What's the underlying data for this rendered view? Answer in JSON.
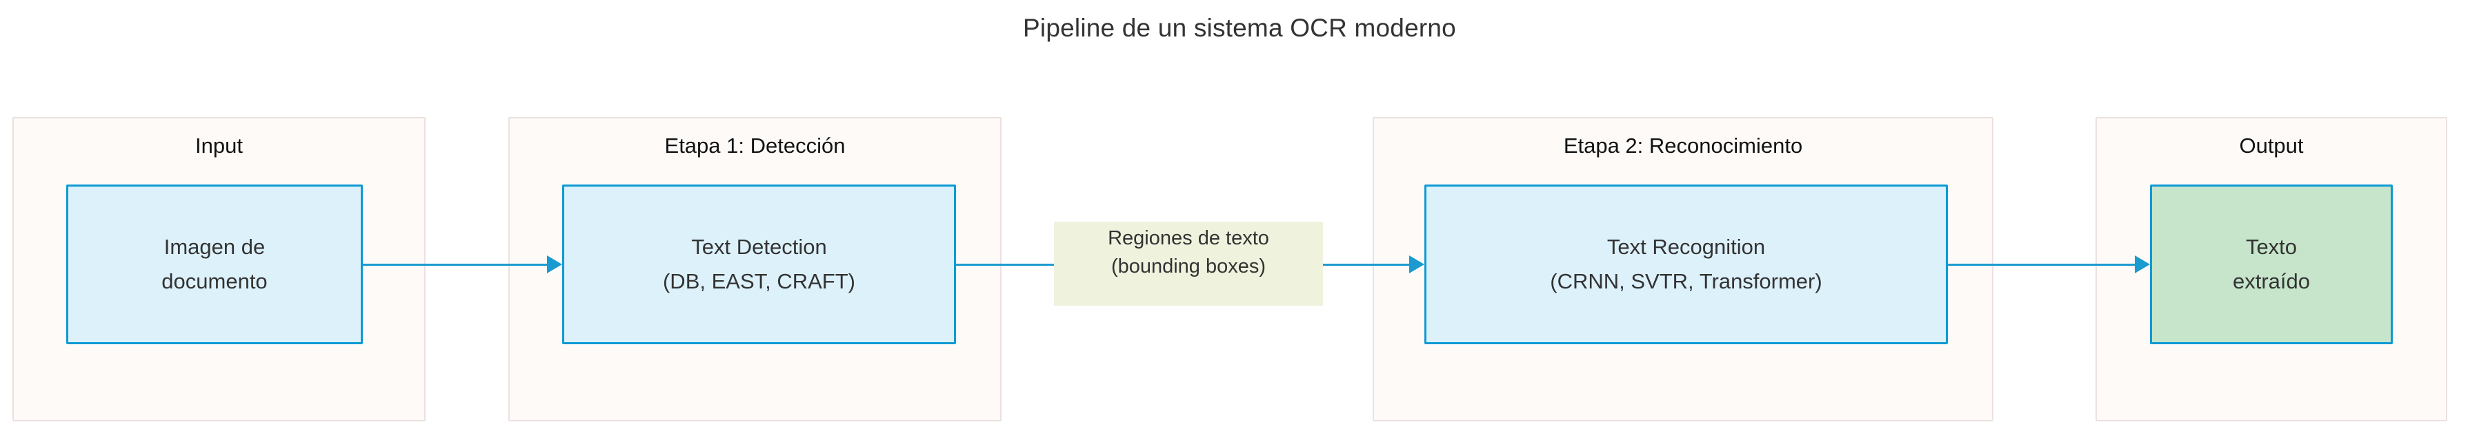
{
  "title": "Pipeline de un sistema OCR moderno",
  "colors": {
    "node_blue_fill": "#ddf1fb",
    "node_green_fill": "#c6e5cb",
    "node_border": "#0d9ad4",
    "edge": "#1b9ad0",
    "subgraph_fill": "#fdfaf8",
    "subgraph_border": "#ece1df",
    "edge_label_fill": "#eff2dd",
    "text": "#333333",
    "canvas": "#ffffff"
  },
  "subgraphs": [
    {
      "title": "Input"
    },
    {
      "title": "Etapa 1: Detección"
    },
    {
      "title": "Etapa 2: Reconocimiento"
    },
    {
      "title": "Output"
    }
  ],
  "nodes": [
    {
      "id": "imagen-de-documento",
      "line1": "Imagen de",
      "line2": "documento",
      "style": "blue"
    },
    {
      "id": "text-detection",
      "line1": "Text Detection",
      "line2": "(DB, EAST, CRAFT)",
      "style": "blue"
    },
    {
      "id": "text-recognition",
      "line1": "Text Recognition",
      "line2": "(CRNN, SVTR, Transformer)",
      "style": "blue"
    },
    {
      "id": "texto-extraido",
      "line1": "Texto",
      "line2": "extraído",
      "style": "green"
    }
  ],
  "edges": [
    {
      "from": "imagen-de-documento",
      "to": "text-detection",
      "label_line1": "",
      "label_line2": ""
    },
    {
      "from": "text-detection",
      "to": "text-recognition",
      "label_line1": "Regiones de texto",
      "label_line2": "(bounding boxes)"
    },
    {
      "from": "text-recognition",
      "to": "texto-extraido",
      "label_line1": "",
      "label_line2": ""
    }
  ],
  "edge_label": {
    "line1": "Regiones de texto",
    "line2": "(bounding boxes)"
  }
}
